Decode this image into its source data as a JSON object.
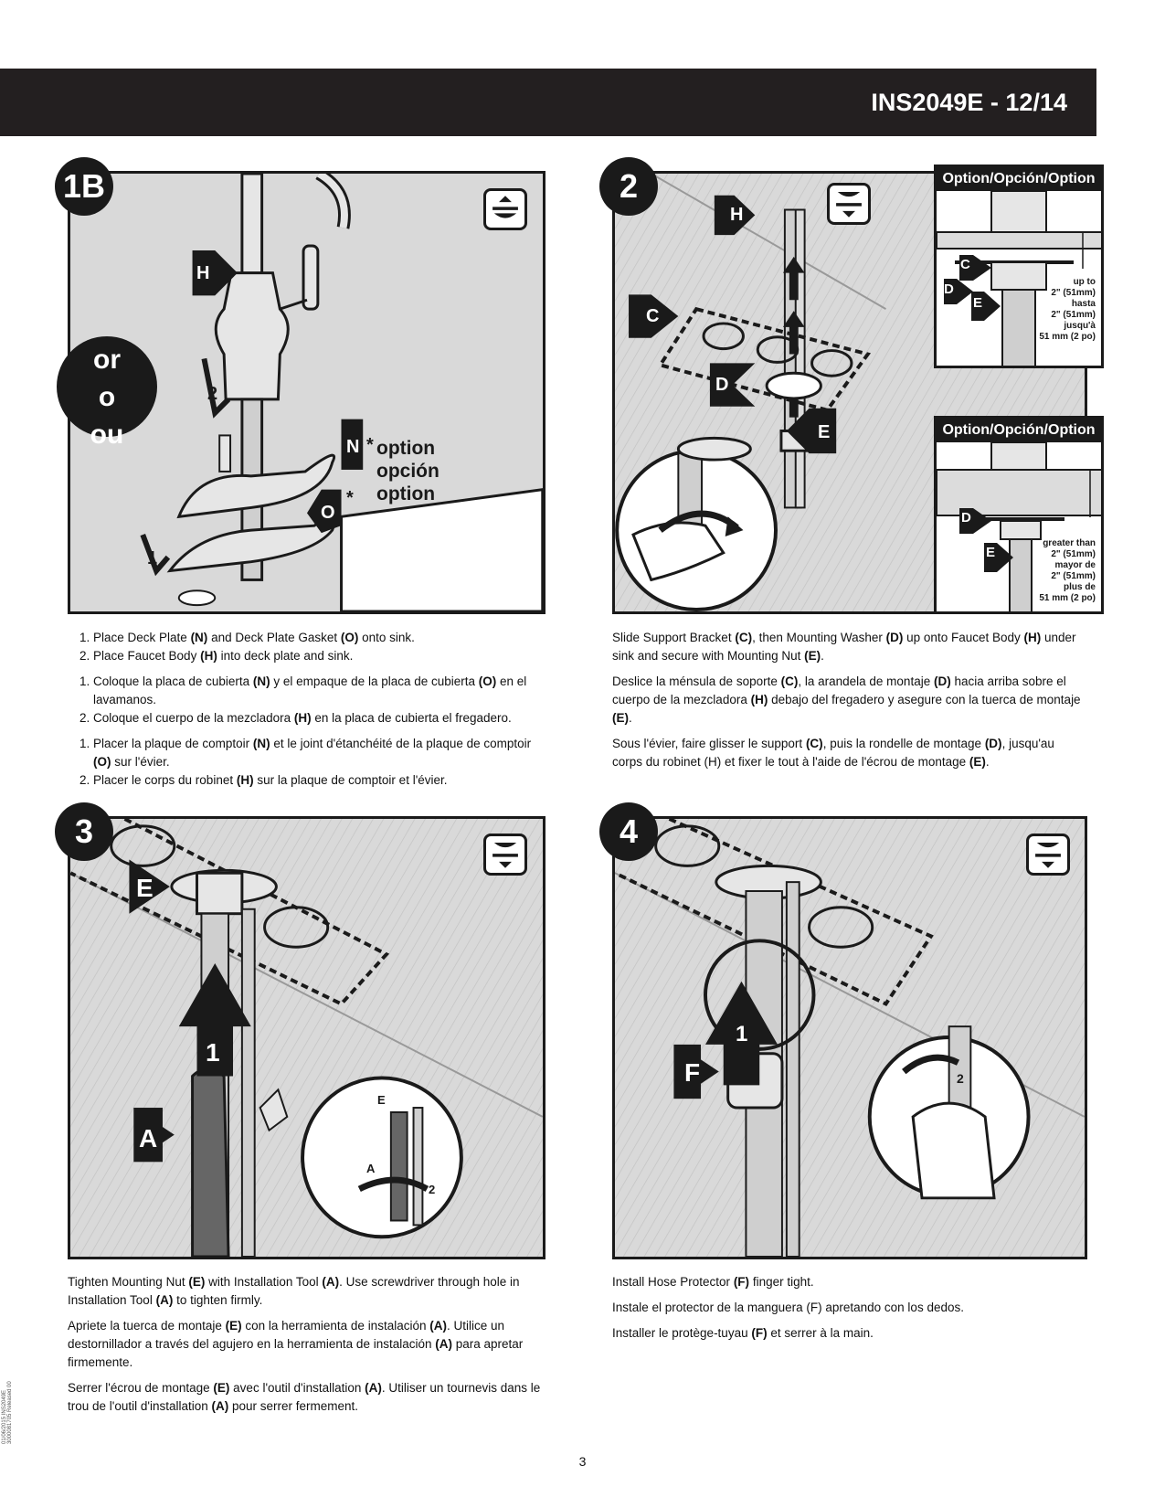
{
  "header": {
    "doc_id": "INS2049E - 12/14"
  },
  "steps": {
    "s1b": {
      "badge": "1B",
      "or_lines": [
        "or",
        "o",
        "ou"
      ],
      "labels": {
        "H": "H",
        "N": "N",
        "O": "O",
        "one": "1",
        "two": "2",
        "asterisk": "*"
      },
      "option_lines": [
        "option",
        "opción",
        "option"
      ],
      "text_en": [
        [
          "Place Deck Plate ",
          "(N)",
          " and Deck Plate Gasket ",
          "(O)",
          " onto sink."
        ],
        [
          "Place Faucet Body ",
          "(H)",
          " into deck plate and sink."
        ]
      ],
      "text_es": [
        [
          "Coloque la placa de cubierta ",
          "(N)",
          " y el empaque de la placa de cubierta ",
          "(O)",
          " en el lavamanos."
        ],
        [
          "Coloque el cuerpo de la mezcladora ",
          "(H)",
          " en la placa de cubierta el fregadero."
        ]
      ],
      "text_fr": [
        [
          "Placer la plaque de comptoir ",
          "(N)",
          " et le joint d'étanchéité de la plaque de comptoir ",
          "(O)",
          " sur l'évier."
        ],
        [
          "Placer le corps du robinet ",
          "(H)",
          " sur la plaque de comptoir et l'évier."
        ]
      ]
    },
    "s2": {
      "badge": "2",
      "labels": {
        "H": "H",
        "C": "C",
        "D": "D",
        "E": "E"
      },
      "inset1": {
        "title": "Option/Opción/Option",
        "labels": {
          "C": "C",
          "D": "D",
          "E": "E"
        },
        "notes": [
          "up to",
          "2\" (51mm)",
          "hasta",
          "2\" (51mm)",
          "jusqu'à",
          "51 mm (2 po)"
        ]
      },
      "inset2": {
        "title": "Option/Opción/Option",
        "labels": {
          "D": "D",
          "E": "E"
        },
        "notes": [
          "greater than",
          "2\" (51mm)",
          "mayor de",
          "2\" (51mm)",
          "plus de",
          "51 mm (2 po)"
        ]
      },
      "text_en": [
        "Slide Support Bracket ",
        "(C)",
        ", then Mounting Washer ",
        "(D)",
        " up onto Faucet Body ",
        "(H)",
        " under sink and secure with Mounting Nut ",
        "(E)",
        "."
      ],
      "text_es": [
        "Deslice la ménsula de soporte ",
        "(C)",
        ", la arandela de montaje ",
        "(D)",
        " hacia arriba sobre el cuerpo de la mezcladora ",
        "(H)",
        " debajo del fregadero y asegure con la tuerca de montaje ",
        "(E)",
        "."
      ],
      "text_fr": [
        "Sous l'évier, faire glisser le support ",
        "(C)",
        ", puis la rondelle de montage ",
        "(D)",
        ", jusqu'au corps du robinet (H) et fixer le tout à l'aide de l'écrou de montage ",
        "(E)",
        "."
      ]
    },
    "s3": {
      "badge": "3",
      "labels": {
        "E": "E",
        "A": "A",
        "one": "1",
        "two": "2",
        "E_small": "E",
        "A_small": "A"
      },
      "text_en": [
        "Tighten Mounting Nut ",
        "(E)",
        " with Installation Tool ",
        "(A)",
        ". Use screwdriver through hole in  Installation Tool ",
        "(A)",
        " to tighten firmly."
      ],
      "text_es": [
        "Apriete la tuerca de montaje ",
        "(E)",
        " con la herramienta de instalación ",
        "(A)",
        ". Utilice un destornillador a través del agujero en la herramienta de instalación ",
        "(A)",
        " para apretar firmemente."
      ],
      "text_fr": [
        "Serrer l'écrou de montage ",
        "(E)",
        " avec l'outil d'installation ",
        "(A)",
        ". Utiliser un tournevis dans le trou de l'outil d'installation ",
        "(A)",
        " pour serrer fermement."
      ]
    },
    "s4": {
      "badge": "4",
      "labels": {
        "F": "F",
        "one": "1",
        "two": "2"
      },
      "text_en": [
        "Install Hose Protector ",
        "(F)",
        " finger tight."
      ],
      "text_es": [
        "Instale el protector de la manguera (F) apretando con los dedos."
      ],
      "text_fr": [
        "Installer le protège-tuyau ",
        "(F)",
        " et serrer à la main."
      ]
    }
  },
  "footer": {
    "page_number": "3",
    "side_code": "01/06/2015 INS2049E 3000081705 Released 00"
  },
  "icons": {
    "orientation_above": "above-sink-icon",
    "orientation_below": "below-sink-icon"
  }
}
